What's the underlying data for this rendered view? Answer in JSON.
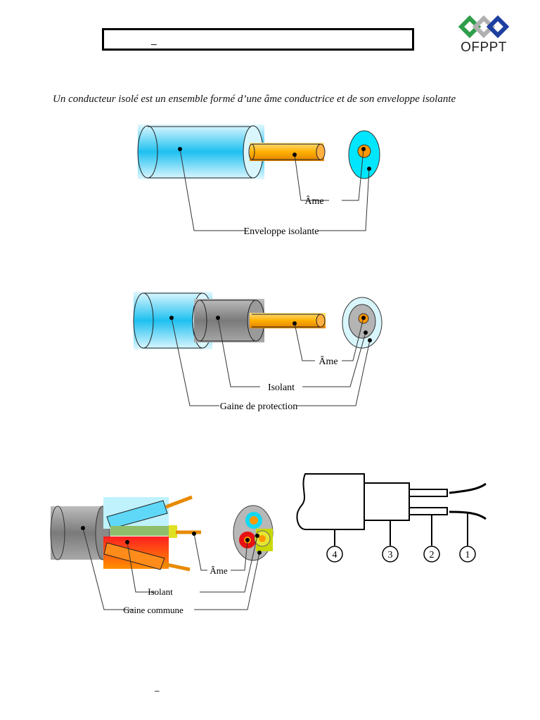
{
  "header": {
    "title_box_text": "–",
    "logo": {
      "name": "OFPPT",
      "colors": [
        "#2e9e4a",
        "#b0b0b0",
        "#1d3fa0"
      ]
    }
  },
  "intro_text": "Un conducteur isolé est un ensemble formé d’une âme conductrice et de son enveloppe isolante",
  "figure1": {
    "labels": {
      "core": "Âme",
      "insulation": "Enveloppe isolante"
    }
  },
  "figure2": {
    "labels": {
      "core": "Âme",
      "insulation": "Isolant",
      "sheath": "Gaine de protection"
    }
  },
  "figure3": {
    "labels": {
      "core": "Âme",
      "insulation": "Isolant",
      "sheath": "Gaine commune"
    }
  },
  "figure4": {
    "callouts": [
      "4",
      "3",
      "2",
      "1"
    ]
  },
  "colors": {
    "cyan": "#00c8f0",
    "light_cyan": "#c8f4fc",
    "copper": "#ffa500",
    "gray": "#8c8c8c",
    "red": "#e8101a",
    "yellow_green": "#c8d800"
  },
  "footer": {
    "text": "–"
  }
}
